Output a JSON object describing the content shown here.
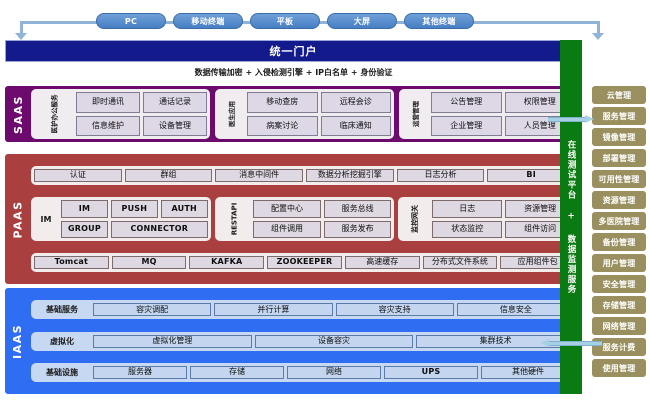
{
  "terminals": {
    "items": [
      "PC",
      "移动终端",
      "平板",
      "大屏",
      "其他终端"
    ]
  },
  "portal": {
    "title": "统一门户",
    "subtitle": "数据传输加密 + 入侵检测引擎 + IP白名单 + 身份验证",
    "color": "#121a8c"
  },
  "green_band": {
    "label": "在线测试平台 + 数据监测服务",
    "color": "#0a7a12"
  },
  "layers": {
    "saas": {
      "tag": "SAAS",
      "color": "#6d0a6d",
      "groups": [
        {
          "label": "医护办公服务",
          "cells": [
            "即时通讯",
            "通话记录",
            "信息维护",
            "设备管理"
          ]
        },
        {
          "label": "医生应用",
          "cells": [
            "移动查房",
            "远程会诊",
            "病案讨论",
            "临床通知"
          ]
        },
        {
          "label": "运营管理",
          "cells": [
            "公告管理",
            "权限管理",
            "企业管理",
            "人员管理"
          ]
        }
      ]
    },
    "paas": {
      "tag": "PAAS",
      "color": "#a93f3f",
      "row_top": [
        "认证",
        "群组",
        "消息中间件",
        "数据分析\n挖掘引擎",
        "日志分析",
        "BI"
      ],
      "row_mid": [
        {
          "label": "IM",
          "cells": [
            "IM",
            "PUSH",
            "AUTH",
            "GROUP",
            "CONNECTOR"
          ]
        },
        {
          "label": "RESTAPI",
          "cells": [
            "配置中心",
            "服务总线",
            "组件调用",
            "服务发布"
          ]
        },
        {
          "label": "监控网关",
          "cells": [
            "日志",
            "资源管理",
            "状态监控",
            "组件访问"
          ]
        }
      ],
      "row_bottom": [
        "Tomcat",
        "MQ",
        "KAFKA",
        "ZOOKEEPER",
        "高速缓存",
        "分布式\n文件系统",
        "应用\n组件包"
      ]
    },
    "iaas": {
      "tag": "IAAS",
      "color": "#2f6ef2",
      "rows": [
        {
          "label": "基础服务",
          "cells": [
            "容灾调配",
            "并行计算",
            "容灾支持",
            "信息安全"
          ]
        },
        {
          "label": "虚拟化",
          "cells": [
            "虚拟化管理",
            "设备容灾",
            "集群技术"
          ]
        },
        {
          "label": "基础设施",
          "cells": [
            "服务器",
            "存储",
            "网络",
            "UPS",
            "其他硬件"
          ]
        }
      ]
    }
  },
  "sidebar": {
    "color": "#9a8f5e",
    "items": [
      "云管理",
      "服务管理",
      "镜像管理",
      "部署管理",
      "可用性管理",
      "资源管理",
      "多医院管理",
      "备份管理",
      "用户管理",
      "安全管理",
      "存储管理",
      "网络管理",
      "服务计费",
      "使用管理"
    ]
  }
}
